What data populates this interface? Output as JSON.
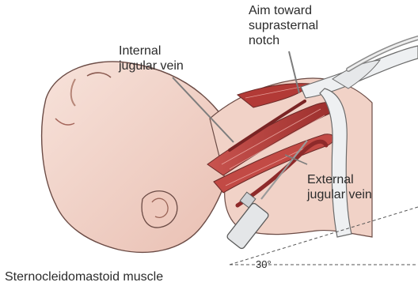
{
  "labels": {
    "internal_jugular": [
      "Internal",
      "jugular vein"
    ],
    "aim": [
      "Aim toward",
      "suprasternal",
      "notch"
    ],
    "external_jugular": [
      "External",
      "jugular vein"
    ],
    "angle": "30°",
    "caption": "Sternocleidomastoid muscle"
  },
  "colors": {
    "skin": "#f3d8cf",
    "skin_shadow": "#d9a79a",
    "muscle": "#b23a36",
    "muscle_light": "#d9706a",
    "vein": "#8e2a2a",
    "bone": "#eef0f2",
    "outline": "#6b4b45",
    "needle": "#c9c9c9",
    "background": "#ffffff"
  },
  "icons": [
    "syringe-icon",
    "needle-icon"
  ]
}
